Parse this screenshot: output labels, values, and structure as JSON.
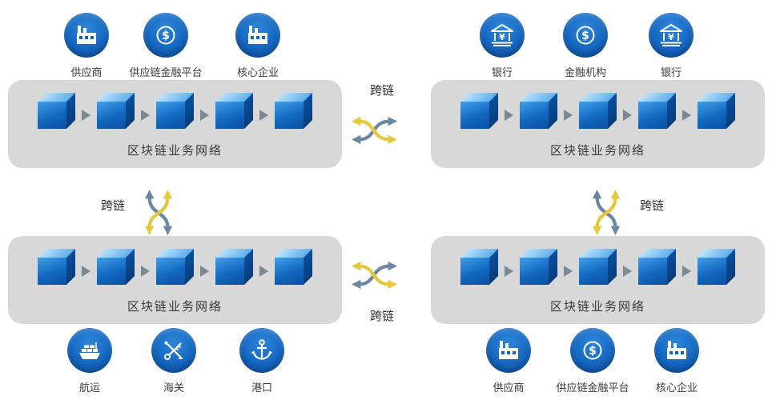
{
  "labels": {
    "network": "区块链业务网络",
    "cross_chain": "跨链"
  },
  "groups": {
    "top_left": {
      "icons": [
        {
          "icon": "factory",
          "label": "供应商"
        },
        {
          "icon": "dollar-coin",
          "label": "供应链金融平台"
        },
        {
          "icon": "factory",
          "label": "核心企业"
        }
      ]
    },
    "top_right": {
      "icons": [
        {
          "icon": "bank",
          "label": "银行"
        },
        {
          "icon": "dollar-coin",
          "label": "金融机构"
        },
        {
          "icon": "bank",
          "label": "银行"
        }
      ]
    },
    "bottom_left": {
      "icons": [
        {
          "icon": "ship",
          "label": "航运"
        },
        {
          "icon": "customs",
          "label": "海关"
        },
        {
          "icon": "anchor",
          "label": "港口"
        }
      ]
    },
    "bottom_right": {
      "icons": [
        {
          "icon": "factory",
          "label": "供应商"
        },
        {
          "icon": "dollar-coin",
          "label": "供应链金融平台"
        },
        {
          "icon": "factory",
          "label": "核心企业"
        }
      ]
    }
  },
  "colors": {
    "icon_circle_blue": "#0f5cb4",
    "cube_blue": "#1268c0",
    "panel_gray": "#d8d8d8",
    "cross_chain_yellow": "#e5c83e",
    "cross_chain_blue": "#6d87a3",
    "arrow_gray": "#7c8894"
  }
}
